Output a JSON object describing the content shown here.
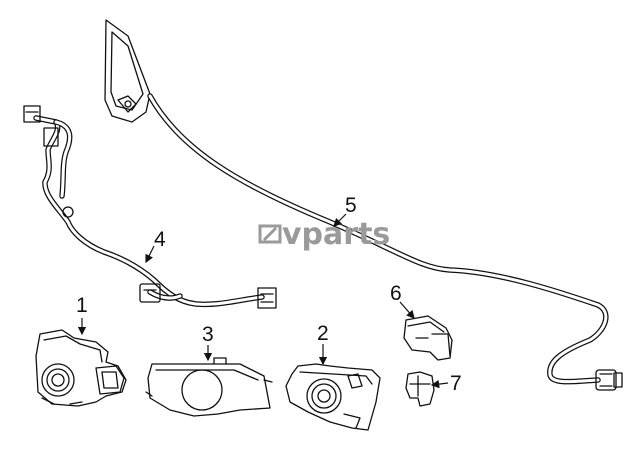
{
  "watermark": {
    "text": "vparts"
  },
  "callouts": [
    {
      "id": "1",
      "label": "1"
    },
    {
      "id": "2",
      "label": "2"
    },
    {
      "id": "3",
      "label": "3"
    },
    {
      "id": "4",
      "label": "4"
    },
    {
      "id": "5",
      "label": "5"
    },
    {
      "id": "6",
      "label": "6"
    },
    {
      "id": "7",
      "label": "7"
    }
  ],
  "colors": {
    "line": "#111111",
    "watermark": "#9a9a9a",
    "background": "#ffffff"
  }
}
